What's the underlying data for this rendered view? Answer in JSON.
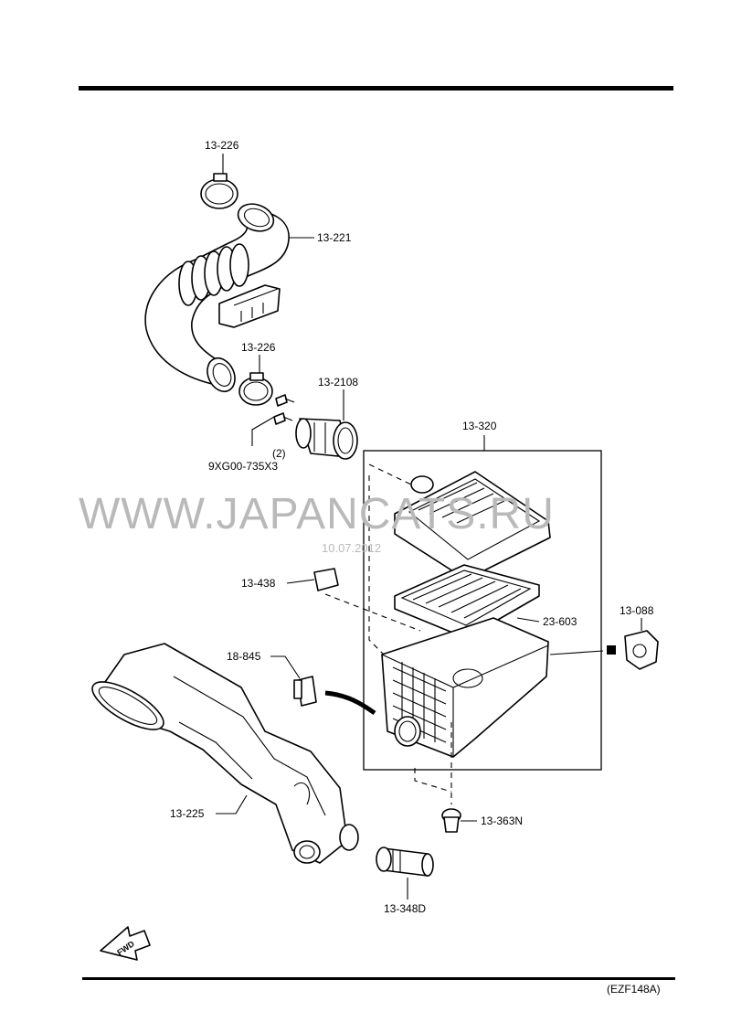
{
  "watermark": {
    "text": "WWW.JAPANCATS.RU",
    "date": "10.07.2012"
  },
  "diagram_code": "(EZF148A)",
  "fwd_label": "FWD",
  "parts": {
    "clamp_upper": "13-226",
    "air_hose": "13-221",
    "clamp_lower": "13-226",
    "airflow_meter": "13-2108",
    "bolt": "9XG00-735X3",
    "bolt_qty": "(2)",
    "air_cleaner_assy": "13-320",
    "damper": "13-438",
    "filter_element": "23-603",
    "bracket_rubber": "13-088",
    "drain_valve": "18-845",
    "intake_duct": "13-225",
    "grommet": "13-363N",
    "resonator_plug": "13-348D"
  },
  "colors": {
    "line": "#000000",
    "watermark": "#b9b9b9"
  }
}
